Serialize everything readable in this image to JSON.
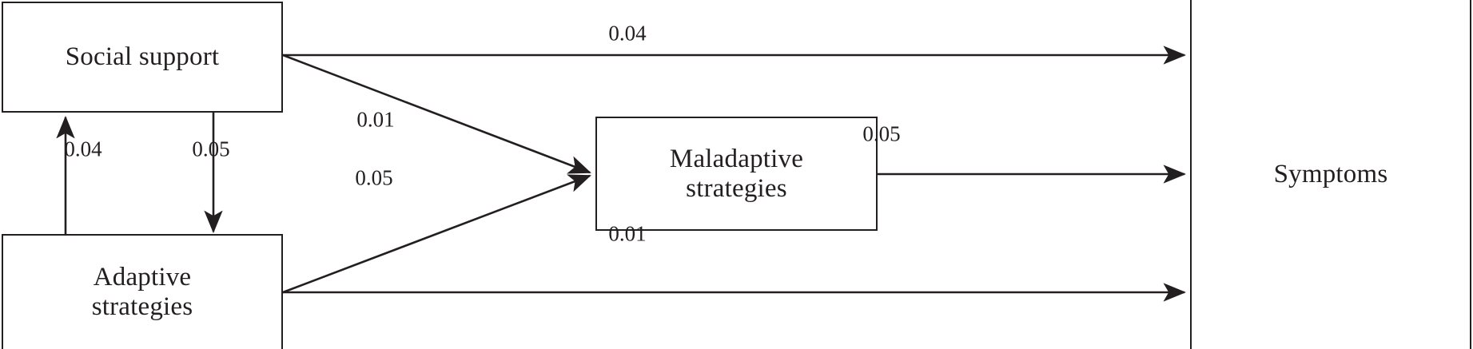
{
  "diagram": {
    "type": "path-diagram",
    "title": "",
    "background_color": "#ffffff",
    "line_color": "#231f20",
    "nodes": [
      {
        "id": "social-support",
        "label": "Social support"
      },
      {
        "id": "adaptive-strategies",
        "label": "Adaptive\nstrategies"
      },
      {
        "id": "maladaptive-strategies",
        "label": "Maladaptive\nstrategies"
      },
      {
        "id": "symptoms",
        "label": "Symptoms"
      }
    ],
    "edges": [
      {
        "id": "social-to-symptoms",
        "from": "social-support",
        "to": "symptoms",
        "label": "0.04",
        "style": "straight-horizontal"
      },
      {
        "id": "social-to-maladaptive",
        "from": "social-support",
        "to": "maladaptive-strategies",
        "label": "0.01",
        "style": "diagonal-down"
      },
      {
        "id": "adaptive-to-maladaptive",
        "from": "adaptive-strategies",
        "to": "maladaptive-strategies",
        "label": "0.05",
        "style": "diagonal-up"
      },
      {
        "id": "adaptive-to-symptoms",
        "from": "adaptive-strategies",
        "to": "symptoms",
        "label": "0.01",
        "style": "straight-horizontal"
      },
      {
        "id": "maladaptive-to-symptoms",
        "from": "maladaptive-strategies",
        "to": "symptoms",
        "label": "0.05",
        "style": "straight-horizontal"
      },
      {
        "id": "adaptive-to-social",
        "from": "adaptive-strategies",
        "to": "social-support",
        "label": "0.04",
        "style": "vertical-up"
      },
      {
        "id": "social-to-adaptive",
        "from": "social-support",
        "to": "adaptive-strategies",
        "label": "0.05",
        "style": "vertical-down"
      }
    ]
  }
}
